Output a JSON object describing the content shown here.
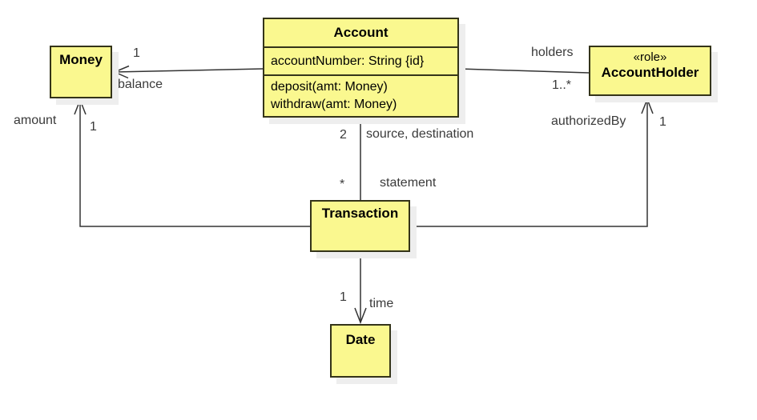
{
  "classes": {
    "account": {
      "name": "Account",
      "attributes": [
        "accountNumber: String {id}"
      ],
      "operations": [
        "deposit(amt: Money)",
        "withdraw(amt: Money)"
      ]
    },
    "money": {
      "name": "Money"
    },
    "account_holder": {
      "stereotype": "«role»",
      "name": "AccountHolder"
    },
    "transaction": {
      "name": "Transaction"
    },
    "date": {
      "name": "Date"
    }
  },
  "associations": {
    "account_money": {
      "money_end": {
        "multiplicity": "1",
        "role": "balance"
      }
    },
    "account_accountholder": {
      "holder_end": {
        "role": "holders",
        "multiplicity": "1..*"
      }
    },
    "account_transaction": {
      "account_end": {
        "multiplicity": "2",
        "role": "source, destination"
      },
      "transaction_end": {
        "multiplicity": "*",
        "role": "statement"
      }
    },
    "transaction_money": {
      "money_end": {
        "role": "amount",
        "multiplicity": "1"
      }
    },
    "transaction_accountholder": {
      "holder_end": {
        "role": "authorizedBy",
        "multiplicity": "1"
      }
    },
    "transaction_date": {
      "date_end": {
        "multiplicity": "1",
        "role": "time"
      }
    }
  },
  "colors": {
    "box_fill": "#faf88f",
    "box_border": "#343419",
    "box_shadow": "#eeeeee",
    "line": "#333333",
    "class_text": "#000000",
    "label_text": "#3a3a3a",
    "background": "#ffffff"
  }
}
